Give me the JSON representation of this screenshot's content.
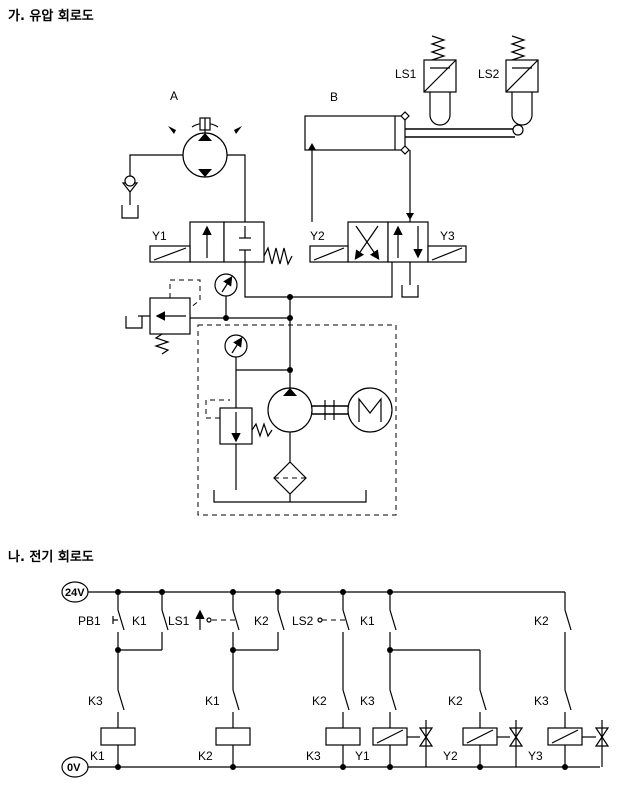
{
  "sections": {
    "hydraulic_title": "가. 유압 회로도",
    "electric_title": "나. 전기 회로도"
  },
  "hydraulic": {
    "label_a": "A",
    "label_b": "B",
    "ls1": "LS1",
    "ls2": "LS2",
    "y1": "Y1",
    "y2": "Y2",
    "y3": "Y3"
  },
  "electric": {
    "rail_top": "24V",
    "rail_bottom": "0V",
    "contacts": {
      "pb1": "PB1",
      "k1_a": "K1",
      "ls1": "LS1",
      "k2_a": "K2",
      "ls2": "LS2",
      "k1_b": "K1",
      "k2_b": "K2",
      "k3_a": "K3",
      "k1_c": "K1",
      "k2_c": "K2",
      "k3_b": "K3",
      "k2_d": "K2",
      "k3_c": "K3"
    },
    "coils": {
      "k1": "K1",
      "k2": "K2",
      "k3": "K3",
      "y1": "Y1",
      "y2": "Y2",
      "y3": "Y3"
    }
  }
}
